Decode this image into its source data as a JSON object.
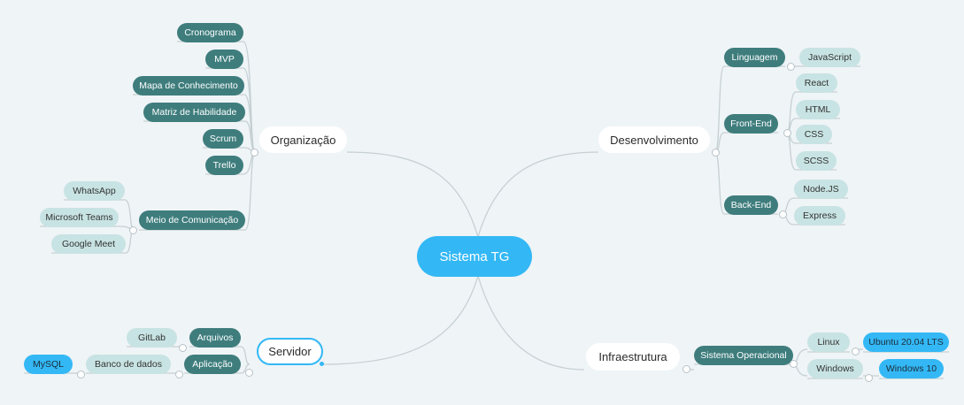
{
  "root": {
    "label": "Sistema TG"
  },
  "branches": {
    "organizacao": {
      "label": "Organização",
      "items": {
        "cronograma": "Cronograma",
        "mvp": "MVP",
        "mapa": "Mapa de Conhecimento",
        "matriz": "Matriz de Habilidade",
        "scrum": "Scrum",
        "trello": "Trello",
        "meio": {
          "label": "Meio de Comunicação",
          "children": [
            "WhatsApp",
            "Microsoft Teams",
            "Google Meet"
          ]
        }
      }
    },
    "desenvolvimento": {
      "label": "Desenvolvimento",
      "linguagem": {
        "label": "Linguagem",
        "children": [
          "JavaScript"
        ]
      },
      "frontend": {
        "label": "Front-End",
        "children": [
          "React",
          "HTML",
          "CSS",
          "SCSS"
        ]
      },
      "backend": {
        "label": "Back-End",
        "children": [
          "Node.JS",
          "Express"
        ]
      }
    },
    "servidor": {
      "label": "Servidor",
      "arquivos": {
        "label": "Arquivos",
        "children": [
          "GitLab"
        ]
      },
      "aplicacao": {
        "label": "Aplicação",
        "child": "Banco de dados",
        "grandchild": "MySQL"
      }
    },
    "infraestrutura": {
      "label": "Infraestrutura",
      "so": {
        "label": "Sistema Operacional"
      },
      "linux": {
        "label": "Linux",
        "version": "Ubuntu 20.04 LTS"
      },
      "windows": {
        "label": "Windows",
        "version": "Windows 10"
      }
    }
  },
  "colors": {
    "background": "#eff4f7",
    "root": "#33b8f5",
    "dark_node": "#3f7d7d",
    "light_node": "#c8e3e3",
    "highlight_node": "#33b8f5",
    "connector": "#c6d0d3"
  }
}
